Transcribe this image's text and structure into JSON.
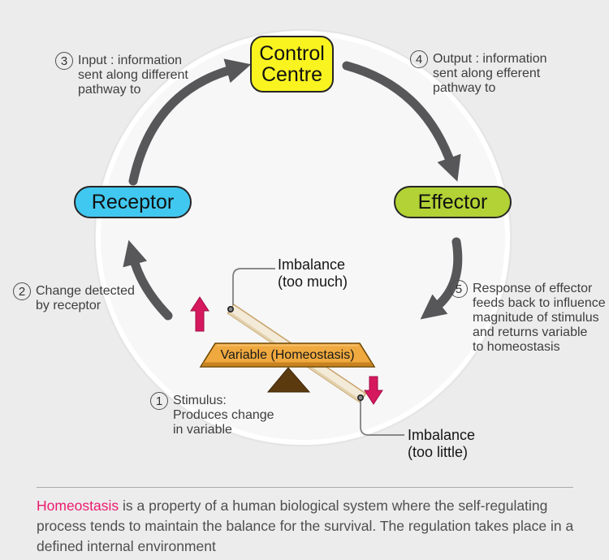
{
  "title": "Homeostasis feedback loop diagram",
  "nodes": {
    "control_centre": "Control\nCentre",
    "receptor": "Receptor",
    "effector": "Effector"
  },
  "annotations": {
    "step1": {
      "num": "1",
      "text": "Stimulus:\nProduces change\nin variable"
    },
    "step2": {
      "num": "2",
      "text": "Change detected\nby receptor"
    },
    "step3": {
      "num": "3",
      "text": "Input : information\nsent along different\npathway to"
    },
    "step4": {
      "num": "4",
      "text": "Output : information\nsent along efferent\npathway to"
    },
    "step5": {
      "num": "5",
      "text": "Response of effector\nfeeds back to influence\nmagnitude of stimulus\nand returns variable\nto homeostasis"
    }
  },
  "seesaw": {
    "bar_label": "Variable (Homeostasis)",
    "imbalance_high": "Imbalance\n(too much)",
    "imbalance_low": "Imbalance\n(too little)"
  },
  "footer": {
    "term": "Homeostasis",
    "text": "is a property of a human biological system where the self-regulating process tends to maintain the balance for the survival. The regulation takes place in a defined internal environment"
  },
  "colors": {
    "background": "#ECECEC",
    "control_centre_fill": "#F9F320",
    "receptor_fill": "#41C8F0",
    "effector_fill": "#B2D235",
    "cycle_arrow": "#57575A",
    "pink_arrow": "#D6195F",
    "variable_bar": "#EFA93F",
    "fulcrum": "#5C3A10",
    "plank": "#F4EAD8",
    "term_highlight": "#EC1A6E"
  }
}
